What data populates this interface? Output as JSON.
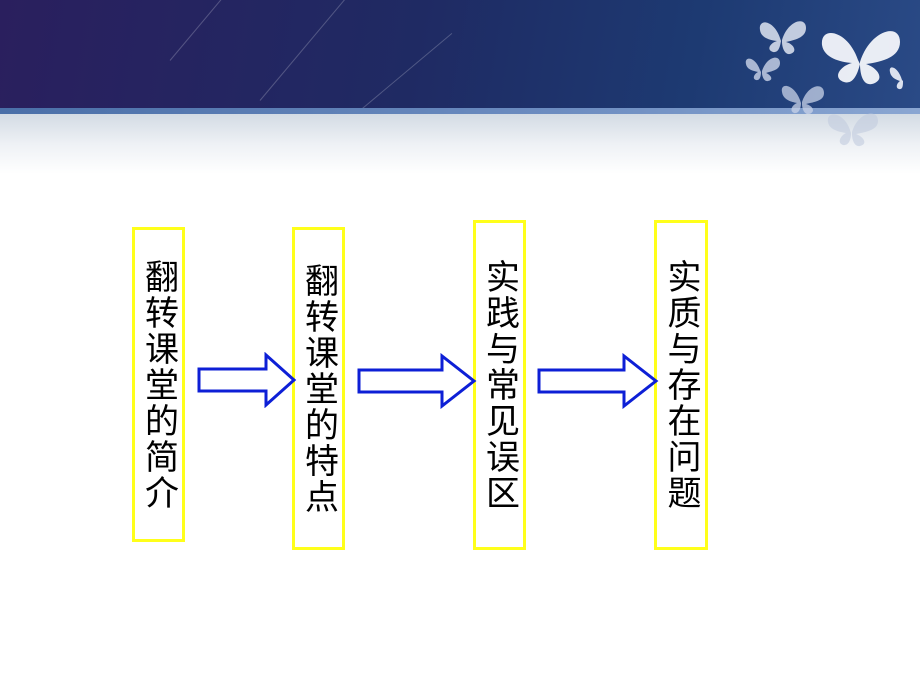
{
  "diagram": {
    "nodes": [
      {
        "label": "翻转课堂的简介"
      },
      {
        "label": "翻转课堂的特点"
      },
      {
        "label": "实践与常见误区"
      },
      {
        "label": "实质与存在问题"
      }
    ],
    "edges": [
      {
        "from": 0,
        "to": 1
      },
      {
        "from": 1,
        "to": 2
      },
      {
        "from": 2,
        "to": 3
      }
    ]
  },
  "colors": {
    "box_border": "#ffff1a",
    "arrow_stroke": "#0d1fd6",
    "header": "#1f2a63"
  }
}
